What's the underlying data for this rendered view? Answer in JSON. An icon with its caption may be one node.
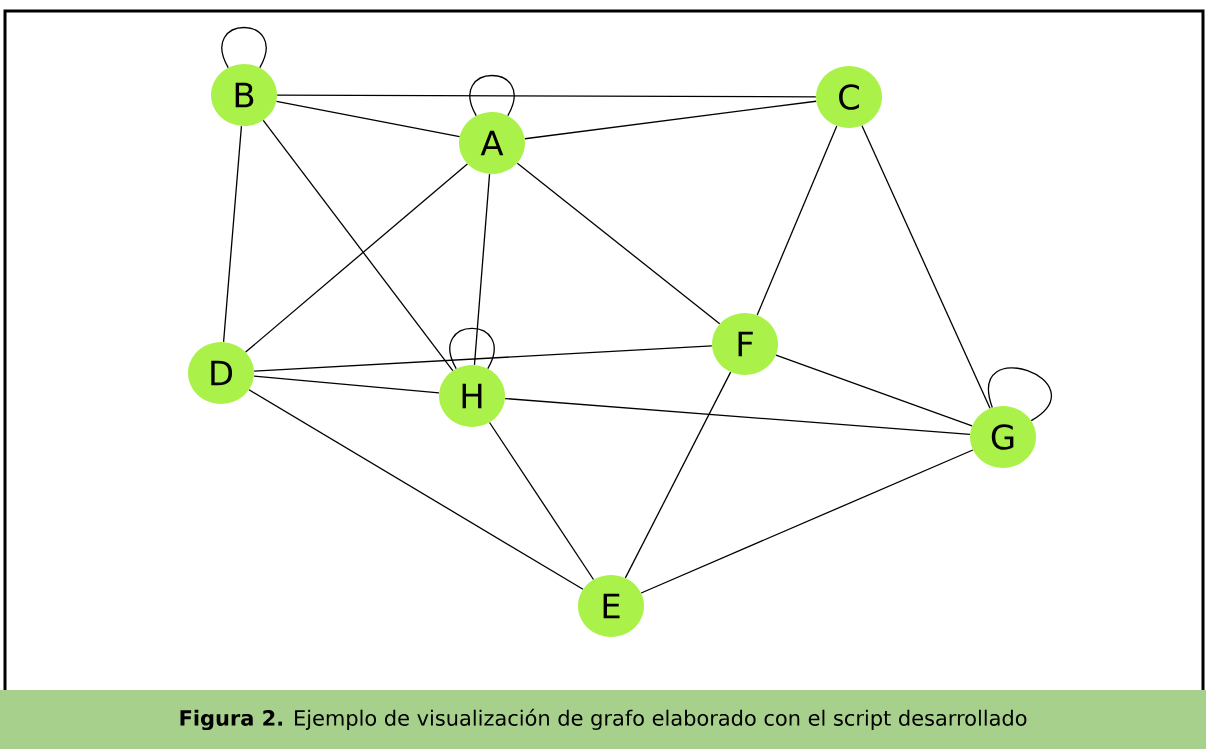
{
  "diagram": {
    "caption": "**Figura 2.** Ejemplo de visualización de grafo elaborado con el script desarrollado",
    "nodes": [
      {
        "text": [
          "B"
        ]
      },
      {
        "text": [
          "C"
        ]
      },
      {
        "text": [
          "A"
        ]
      },
      {
        "text": [
          "F"
        ]
      },
      {
        "text": [
          "D"
        ]
      },
      {
        "text": [
          "H"
        ]
      },
      {
        "text": [
          "G"
        ]
      },
      {
        "text": [
          "E"
        ]
      }
    ],
    "edges": [
      {
        "from": 0,
        "to": 0,
        "arrow": "none"
      },
      {
        "from": 2,
        "to": 2,
        "arrow": "none"
      },
      {
        "from": 5,
        "to": 5,
        "arrow": "none"
      },
      {
        "from": 6,
        "to": 6,
        "arrow": "none"
      },
      {
        "from": 0,
        "to": 1,
        "arrow": "none"
      },
      {
        "from": 0,
        "to": 2,
        "arrow": "none"
      },
      {
        "from": 2,
        "to": 1,
        "arrow": "none"
      },
      {
        "from": 0,
        "to": 4,
        "arrow": "none"
      },
      {
        "from": 0,
        "to": 5,
        "arrow": "none"
      },
      {
        "from": 2,
        "to": 4,
        "arrow": "none"
      },
      {
        "from": 2,
        "to": 5,
        "arrow": "none"
      },
      {
        "from": 2,
        "to": 3,
        "arrow": "none"
      },
      {
        "from": 1,
        "to": 3,
        "arrow": "none"
      },
      {
        "from": 1,
        "to": 6,
        "arrow": "none"
      },
      {
        "from": 4,
        "to": 3,
        "arrow": "none"
      },
      {
        "from": 4,
        "to": 5,
        "arrow": "none"
      },
      {
        "from": 4,
        "to": 7,
        "arrow": "none"
      },
      {
        "from": 5,
        "to": 6,
        "arrow": "none"
      },
      {
        "from": 5,
        "to": 7,
        "arrow": "none"
      },
      {
        "from": 3,
        "to": 6,
        "arrow": "none"
      },
      {
        "from": 3,
        "to": 7,
        "arrow": "none"
      },
      {
        "from": 6,
        "to": 7,
        "arrow": "none"
      }
    ]
  }
}
